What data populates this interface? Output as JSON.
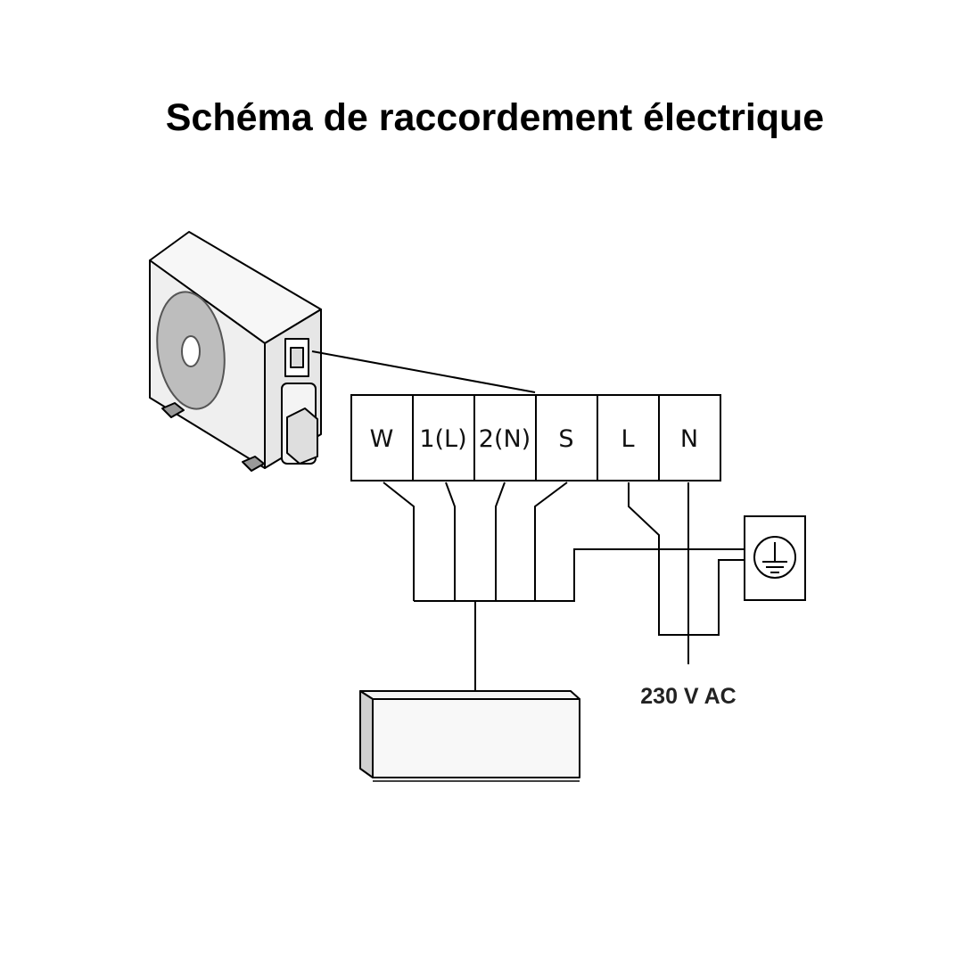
{
  "title": "Schéma de raccordement électrique",
  "terminals": [
    "W",
    "1(L)",
    "2(N)",
    "S",
    "L",
    "N"
  ],
  "supply_label": "230 V AC",
  "icons": {
    "outdoor_unit": "outdoor-ac-unit-icon",
    "indoor_unit": "indoor-ac-unit-icon",
    "earth": "earth-ground-socket-icon"
  },
  "colors": {
    "line": "#000000",
    "unit_fill": "#f2f2f2",
    "fan": "#bdbdbd"
  }
}
